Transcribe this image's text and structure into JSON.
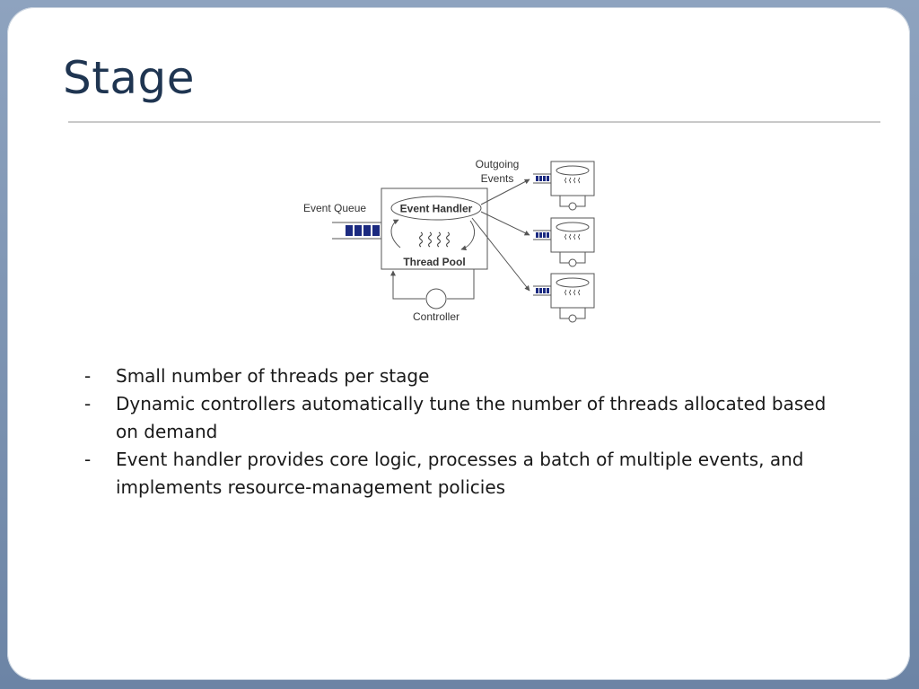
{
  "slide": {
    "title": "Stage",
    "bullets": [
      {
        "marker": "-",
        "text": "Small number of threads per stage"
      },
      {
        "marker": "-",
        "text": "Dynamic controllers automatically tune the number of threads allocated based on demand"
      },
      {
        "marker": "-",
        "text": "Event handler provides core logic, processes a batch of multiple events, and implements resource-management policies"
      }
    ]
  },
  "diagram": {
    "labels": {
      "event_queue": "Event Queue",
      "event_handler": "Event Handler",
      "thread_pool": "Thread Pool",
      "controller": "Controller",
      "outgoing_line1": "Outgoing",
      "outgoing_line2": "Events"
    },
    "colors": {
      "queue_fill": "#1b2a80",
      "stroke": "#555555",
      "accent_title": "#1f3551"
    }
  }
}
